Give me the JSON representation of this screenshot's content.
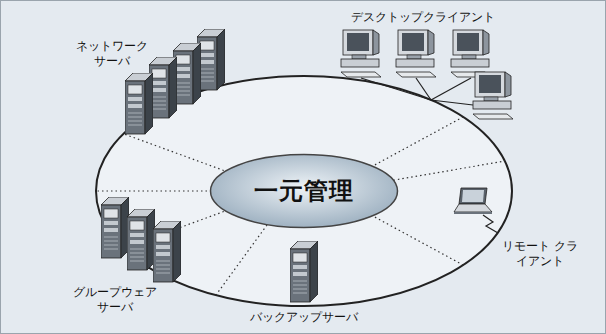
{
  "diagram": {
    "nodes": [
      {
        "text": [
          "一元管理"
        ]
      }
    ],
    "labels": [
      "ネットワーク サーバ",
      "デスクトップクライアント",
      "リモート クライアント",
      "バックアップサーバ",
      "グループウェア サーバ"
    ]
  }
}
